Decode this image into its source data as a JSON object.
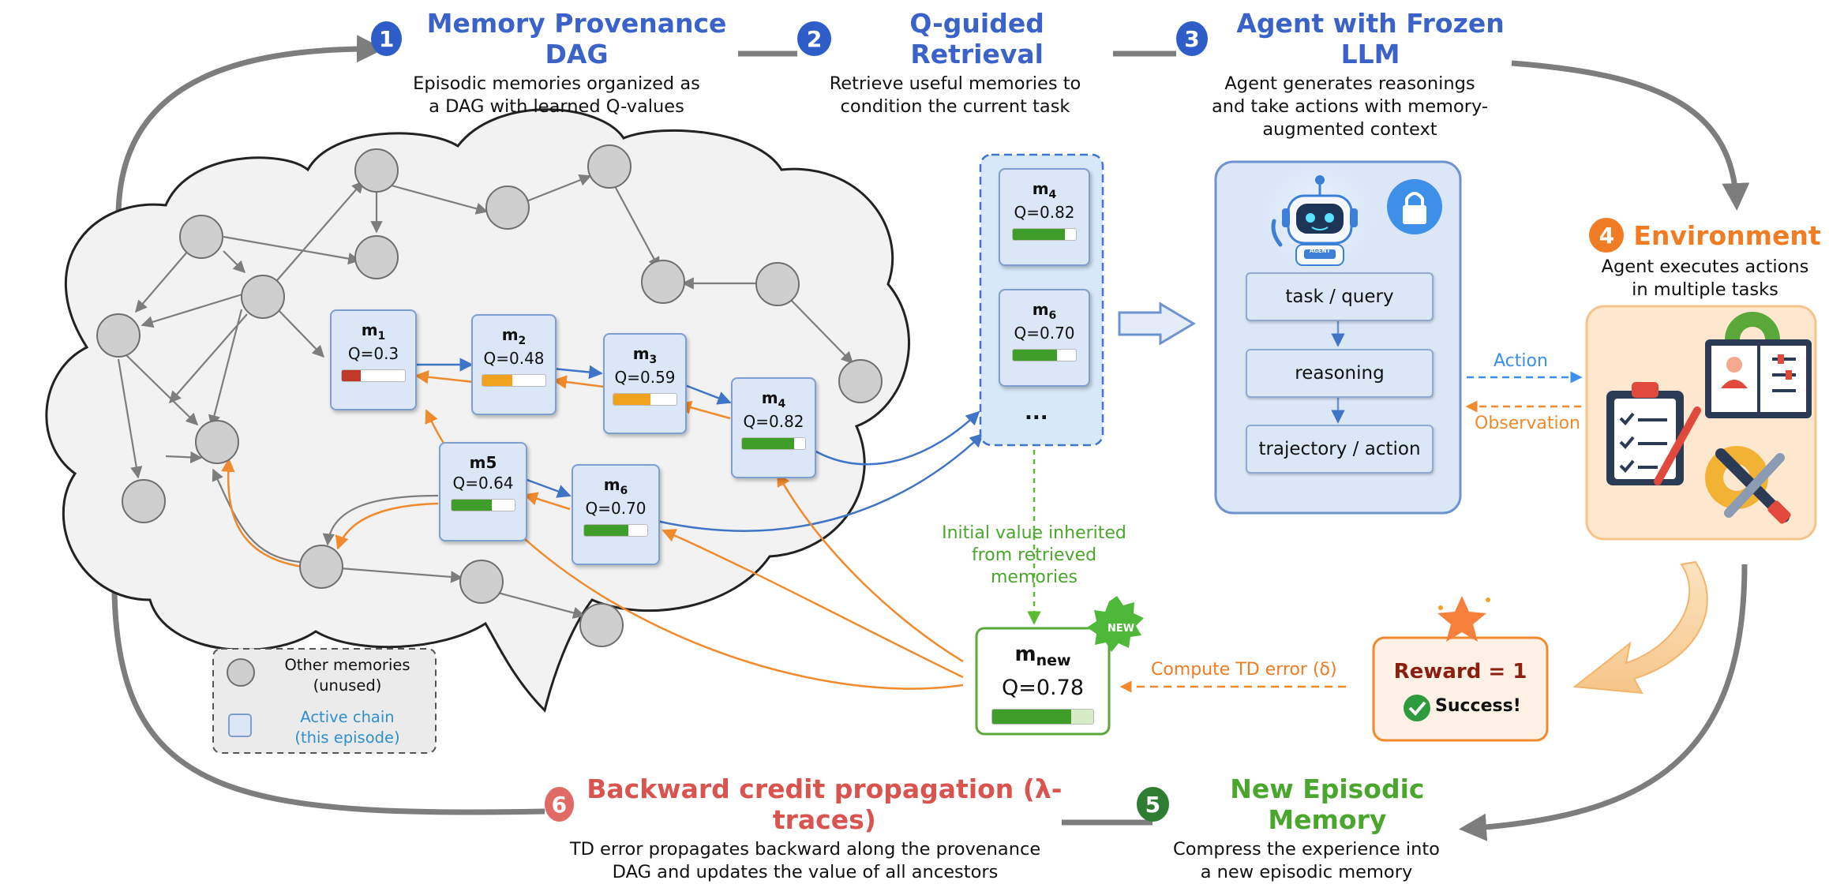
{
  "steps": {
    "s1": {
      "num": "1",
      "title": "Memory Provenance DAG",
      "desc1": "Episodic memories organized as",
      "desc2": "a DAG with learned Q-values"
    },
    "s2": {
      "num": "2",
      "title": "Q-guided Retrieval",
      "desc1": "Retrieve useful memories to",
      "desc2": "condition the current task"
    },
    "s3": {
      "num": "3",
      "title": "Agent with Frozen LLM",
      "desc1": "Agent generates reasonings",
      "desc2": "and take actions with memory-",
      "desc3": "augmented context"
    },
    "s4": {
      "num": "4",
      "title": "Environment",
      "desc1": "Agent executes actions",
      "desc2": "in multiple tasks"
    },
    "s5": {
      "num": "5",
      "title": "New Episodic Memory",
      "desc1": "Compress the experience into",
      "desc2": "a new episodic memory"
    },
    "s6": {
      "num": "6",
      "title": "Backward credit propagation (λ-traces)",
      "desc1": "TD error propagates backward along the provenance",
      "desc2": "DAG and updates the value of all ancestors"
    }
  },
  "colors": {
    "step_blue": "#2f5dc8",
    "title_blue": "#3a62c9",
    "env_orange": "#f07d23",
    "mem_green": "#4aa62d",
    "back_red": "#d9534f",
    "edge_blue": "#3f74c6",
    "edge_orange": "#f08a2c",
    "node_gray": "#cfcfcf"
  },
  "memories": {
    "m1": {
      "name": "m",
      "sub": "1",
      "q": "Q=0.3",
      "value": 0.3,
      "color": "#c0392b"
    },
    "m2": {
      "name": "m",
      "sub": "2",
      "q": "Q=0.48",
      "value": 0.48,
      "color": "#f0a21f"
    },
    "m3": {
      "name": "m",
      "sub": "3",
      "q": "Q=0.59",
      "value": 0.59,
      "color": "#f0a21f"
    },
    "m4": {
      "name": "m",
      "sub": "4",
      "q": "Q=0.82",
      "value": 0.82,
      "color": "#3f9e2a"
    },
    "m5": {
      "name": "m5",
      "sub": "",
      "q": "Q=0.64",
      "value": 0.64,
      "color": "#3f9e2a"
    },
    "m6": {
      "name": "m",
      "sub": "6",
      "q": "Q=0.70",
      "value": 0.7,
      "color": "#3f9e2a"
    }
  },
  "retrieval": {
    "items": [
      {
        "name": "m",
        "sub": "4",
        "q": "Q=0.82",
        "value": 0.82
      },
      {
        "name": "m",
        "sub": "6",
        "q": "Q=0.70",
        "value": 0.7
      }
    ],
    "ellipsis": "..."
  },
  "agent": {
    "flow": [
      "task / query",
      "reasoning",
      "trajectory / action"
    ],
    "robot_tag": "AGENT"
  },
  "env_links": {
    "action": "Action",
    "observation": "Observation"
  },
  "reward": {
    "text": "Reward = 1",
    "success": "Success!"
  },
  "new_memory": {
    "name": "m",
    "sub": "new",
    "q": "Q=0.78",
    "value": 0.78,
    "badge": "NEW"
  },
  "labels": {
    "inherit1": "Initial value inherited",
    "inherit2": "from retrieved memories",
    "td": "Compute TD error (δ)"
  },
  "legend": {
    "other1": "Other memories",
    "other2": "(unused)",
    "active1": "Active chain",
    "active2": "(this episode)"
  }
}
